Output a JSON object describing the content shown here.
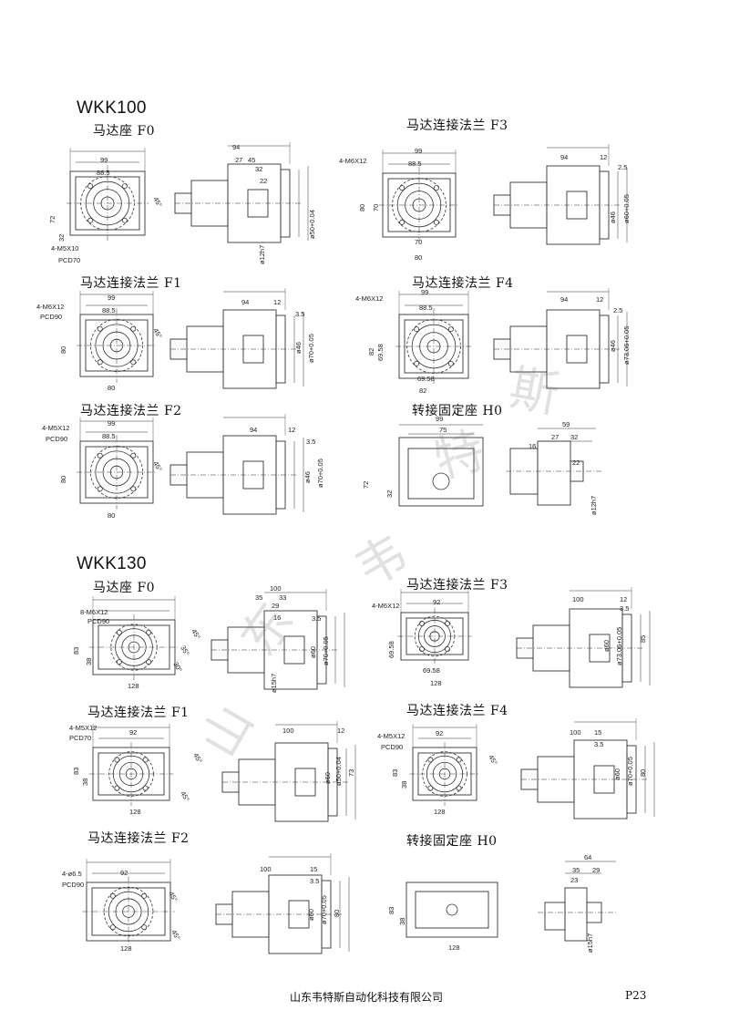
{
  "page": {
    "footer_company": "山东韦特斯自动化科技有限公司",
    "page_number": "P23"
  },
  "watermark": {
    "chars": [
      "山",
      "东",
      "韦",
      "特",
      "斯"
    ]
  },
  "wkk100": {
    "title": "WKK100",
    "f0": {
      "caption": "马达座 F0",
      "dims": [
        "99",
        "88.5",
        "72",
        "32",
        "4-M5X10",
        "PCD70",
        "45°",
        "94",
        "27",
        "45",
        "32",
        "22",
        "ø50+0.04",
        "ø12h7"
      ]
    },
    "f3": {
      "caption": "马达连接法兰 F3",
      "dims": [
        "99",
        "88.5",
        "4-M6X12",
        "80",
        "70",
        "70",
        "80",
        "94",
        "12",
        "2.5",
        "ø46",
        "ø60+0.05"
      ]
    },
    "f1": {
      "caption": "马达连接法兰 F1",
      "dims": [
        "99",
        "88.5",
        "4-M6X12",
        "PCD90",
        "80",
        "80",
        "45°",
        "94",
        "12",
        "3.5",
        "ø46",
        "ø70+0.05"
      ]
    },
    "f4": {
      "caption": "马达连接法兰 F4",
      "dims": [
        "99",
        "88.5",
        "4-M6X12",
        "82",
        "69.58",
        "69.58",
        "82",
        "94",
        "12",
        "2.5",
        "ø46",
        "ø73.06+0.05"
      ]
    },
    "f2": {
      "caption": "马达连接法兰 F2",
      "dims": [
        "99",
        "88.5",
        "4-M5X12",
        "PCD90",
        "80",
        "80",
        "45°",
        "94",
        "12",
        "3.5",
        "ø46",
        "ø70+0.05"
      ]
    },
    "h0": {
      "caption": "转接固定座 H0",
      "dims": [
        "99",
        "75",
        "72",
        "32",
        "59",
        "27",
        "32",
        "16",
        "22",
        "ø12h7"
      ]
    }
  },
  "wkk130": {
    "title": "WKK130",
    "f0": {
      "caption": "马达座 F0",
      "dims": [
        "8-M6X12",
        "PCD90",
        "83",
        "38",
        "128",
        "45°",
        "35°",
        "30°",
        "100",
        "35",
        "33",
        "29",
        "16",
        "3.5",
        "ø60",
        "ø70+0.05",
        "ø15h7"
      ]
    },
    "f3": {
      "caption": "马达连接法兰 F3",
      "dims": [
        "92",
        "4-M6X12",
        "69.58",
        "69.58",
        "128",
        "100",
        "12",
        "3.5",
        "ø73.06+0.05",
        "ø60",
        "85"
      ]
    },
    "f1": {
      "caption": "马达连接法兰 F1",
      "dims": [
        "92",
        "4-M5X12",
        "PCD70",
        "83",
        "38",
        "128",
        "45°",
        "45°",
        "100",
        "12",
        "ø50+0.04",
        "ø60",
        "73"
      ]
    },
    "f4": {
      "caption": "马达连接法兰 F4",
      "dims": [
        "92",
        "4-M5X12",
        "PCD90",
        "83",
        "38",
        "128",
        "45°",
        "100",
        "15",
        "3.5",
        "ø60",
        "ø70+0.05",
        "80"
      ]
    },
    "f2": {
      "caption": "马达连接法兰 F2",
      "dims": [
        "92",
        "4-ø6.5",
        "PCD90",
        "45°",
        "45°",
        "128",
        "100",
        "15",
        "3.5",
        "ø60",
        "ø70+0.05",
        "80"
      ]
    },
    "h0": {
      "caption": "转接固定座 H0",
      "dims": [
        "83",
        "38",
        "128",
        "64",
        "35",
        "29",
        "23",
        "ø15h7"
      ]
    }
  }
}
